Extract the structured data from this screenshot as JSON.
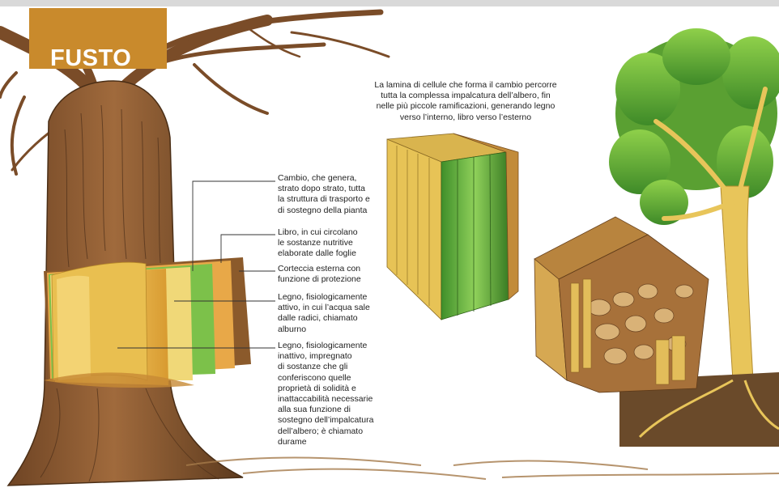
{
  "title": "FUSTO",
  "intro": "La lamina di cellule che forma il cambio percorre\ntutta la complessa impalcatura dell’albero, fin\nnelle più piccole ramificazioni, generando legno\nverso l’interno, libro verso l’esterno",
  "labels": {
    "cambio": "Cambio, che genera,\nstrato dopo strato, tutta\nla struttura di trasporto e\ndi sostegno della pianta",
    "libro": "Libro, in cui circolano\nle sostanze nutritive\nelaborate dalle foglie",
    "corteccia": "Corteccia esterna con\nfunzione di protezione",
    "alburno": "Legno, fisiologicamente\nattivo, in cui l’acqua sale\ndalle radici, chiamato\nalburno",
    "durame": "Legno, fisiologicamente\ninattivo, impregnato\ndi sostanze che gli\nconferiscono quelle\nproprietà di solidità e\ninattaccabilità necessarie\nalla sua funzione di\nsostegno dell’impalcatura\ndell’albero; è chiamato\ndurame"
  },
  "colors": {
    "title_bg": "#c98a2c",
    "bark": "#8a5a32",
    "heartwood": "#e0b54a",
    "sapwood": "#f0d878",
    "cambium": "#7cc14a",
    "phloem": "#e8a848",
    "outer_bark": "#8b5a2b",
    "leaf": "#6fb83a"
  }
}
